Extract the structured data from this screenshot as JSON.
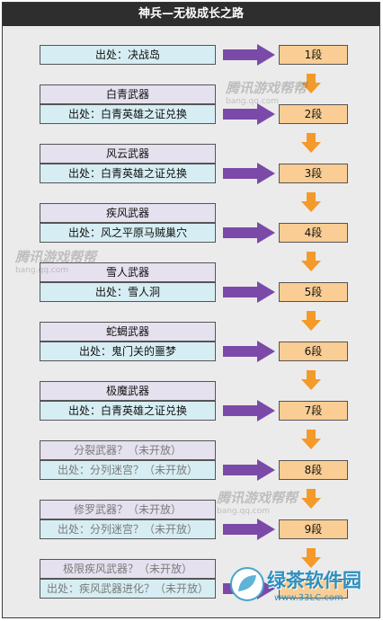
{
  "title": "神兵—无极成长之路",
  "rows": [
    {
      "name": "",
      "source": "出处：决战岛",
      "stage": "1段"
    },
    {
      "name": "白青武器",
      "source": "出处：白青英雄之证兑换",
      "stage": "2段"
    },
    {
      "name": "风云武器",
      "source": "出处：白青英雄之证兑换",
      "stage": "3段"
    },
    {
      "name": "疾风武器",
      "source": "出处：风之平原马贼巢穴",
      "stage": "4段"
    },
    {
      "name": "雪人武器",
      "source": "出处：雪人洞",
      "stage": "5段"
    },
    {
      "name": "蛇蝎武器",
      "source": "出处：鬼门关的噩梦",
      "stage": "6段"
    },
    {
      "name": "极魔武器",
      "source": "出处：白青英雄之证兑换",
      "stage": "7段"
    },
    {
      "name": "分裂武器？（未开放）",
      "source": "出处：分列迷宫？（未开放）",
      "stage": "8段"
    },
    {
      "name": "修罗武器？（未开放）",
      "source": "出处：分列迷宫？（未开放）",
      "stage": "9段"
    },
    {
      "name": "极限疾风武器？（未开放）",
      "source": "出处：疾风武器进化？（未开放）",
      "stage": ""
    }
  ],
  "watermark": {
    "text": "腾讯游戏帮帮",
    "url": "bang.qq.com"
  },
  "site_logo": {
    "text": "绿茶软件园",
    "url": "www.33LC.com"
  },
  "colors": {
    "header": "#2e2e2e",
    "name_box": "#e6e1ef",
    "source_box": "#d6eef3",
    "stage_box": "#f9cd93",
    "right_arrow": "#7b4aa8",
    "down_arrow": "#f39a2a"
  }
}
